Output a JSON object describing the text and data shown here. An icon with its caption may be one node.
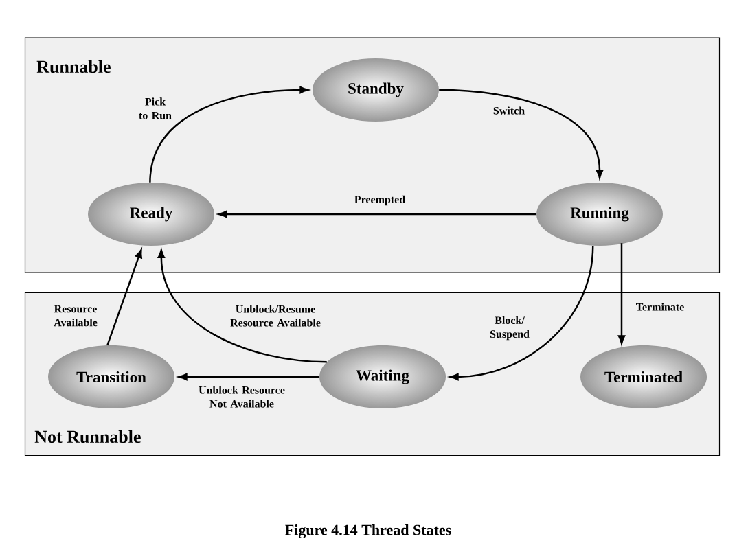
{
  "diagram": {
    "caption": "Figure 4.14 Thread States",
    "nodes": [
      {
        "text": [
          "Runnable"
        ]
      },
      {
        "text": [
          "Standby"
        ],
        "in": 0
      },
      {
        "text": [
          "Ready"
        ],
        "in": 0
      },
      {
        "text": [
          "Running"
        ],
        "in": 0
      },
      {
        "text": [
          "Not Runnable"
        ]
      },
      {
        "text": [
          "Transition"
        ],
        "in": 4
      },
      {
        "text": [
          "Waiting"
        ],
        "in": 4
      },
      {
        "text": [
          "Terminated"
        ],
        "in": 4
      }
    ],
    "edges": [
      {
        "from": 2,
        "to": 1,
        "arrow": "to",
        "label": "Pick to Run"
      },
      {
        "from": 1,
        "to": 3,
        "arrow": "to",
        "label": "Switch"
      },
      {
        "from": 3,
        "to": 2,
        "arrow": "to",
        "label": "Preempted"
      },
      {
        "from": 3,
        "to": 6,
        "arrow": "to",
        "label": "Block/ Suspend"
      },
      {
        "from": 3,
        "to": 7,
        "arrow": "to",
        "label": "Terminate"
      },
      {
        "from": 6,
        "to": 2,
        "arrow": "to",
        "label": "Unblock/Resume Resource Available"
      },
      {
        "from": 6,
        "to": 5,
        "arrow": "to",
        "label": "Unblock Resource Not Available"
      },
      {
        "from": 5,
        "to": 2,
        "arrow": "to",
        "label": "Resource Available"
      }
    ]
  }
}
